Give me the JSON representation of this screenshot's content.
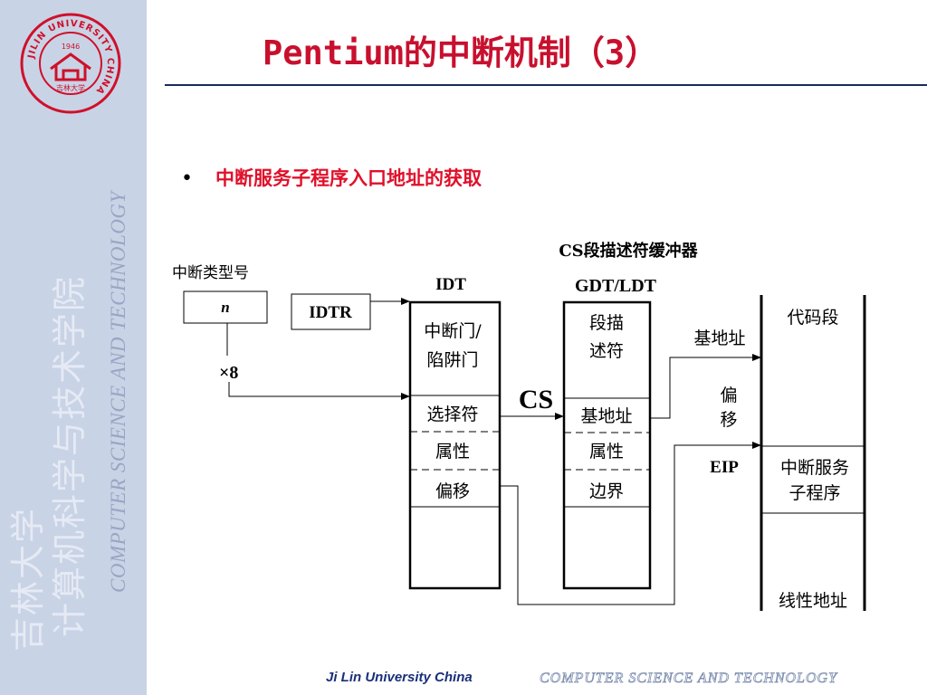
{
  "sidebar": {
    "logo": {
      "ring_text": "JILIN UNIVERSITY CHINA",
      "year": "1946",
      "seal_text": "吉林大学",
      "color": "#d0102a"
    },
    "cn_text_line1": "吉林大学",
    "cn_text_line2": "计算机科学与技术学院",
    "en_text": "COMPUTER SCIENCE AND TECHNOLOGY"
  },
  "header": {
    "title": "Pentium的中断机制（3）"
  },
  "content": {
    "bullet_symbol": "•",
    "bullet_text": "中断服务子程序入口地址的获取"
  },
  "diagram": {
    "interrupt_type_label": "中断类型号",
    "interrupt_number": "n",
    "multiply_label": "×8",
    "idtr_label": "IDTR",
    "idt_label": "IDT",
    "idt_entries": {
      "gate_line1": "中断门/",
      "gate_line2": "陷阱门",
      "selector": "选择符",
      "attribute": "属性",
      "offset": "偏移"
    },
    "cs_label": "CS",
    "descriptor_cache_label": "CS段描述符缓冲器",
    "gdt_label": "GDT/LDT",
    "gdt_entries": {
      "descriptor_line1": "段描",
      "descriptor_line2": "述符",
      "base_address": "基地址",
      "attribute": "属性",
      "limit": "边界"
    },
    "base_address_arrow_label": "基地址",
    "offset_label_line1": "偏",
    "offset_label_line2": "移",
    "eip_label": "EIP",
    "code_segment_label": "代码段",
    "isr_line1": "中断服务",
    "isr_line2": "子程序",
    "linear_address_label": "线性地址"
  },
  "footer": {
    "left_text": "Ji Lin University China",
    "right_text": "COMPUTER   SCIENCE  AND  TECHNOLOGY"
  },
  "colors": {
    "sidebar_bg": "#c9d3e6",
    "title": "#c8102e",
    "bullet_text": "#e0102a",
    "rule": "#1a2a5a",
    "footer_left": "#1a2f7a"
  }
}
